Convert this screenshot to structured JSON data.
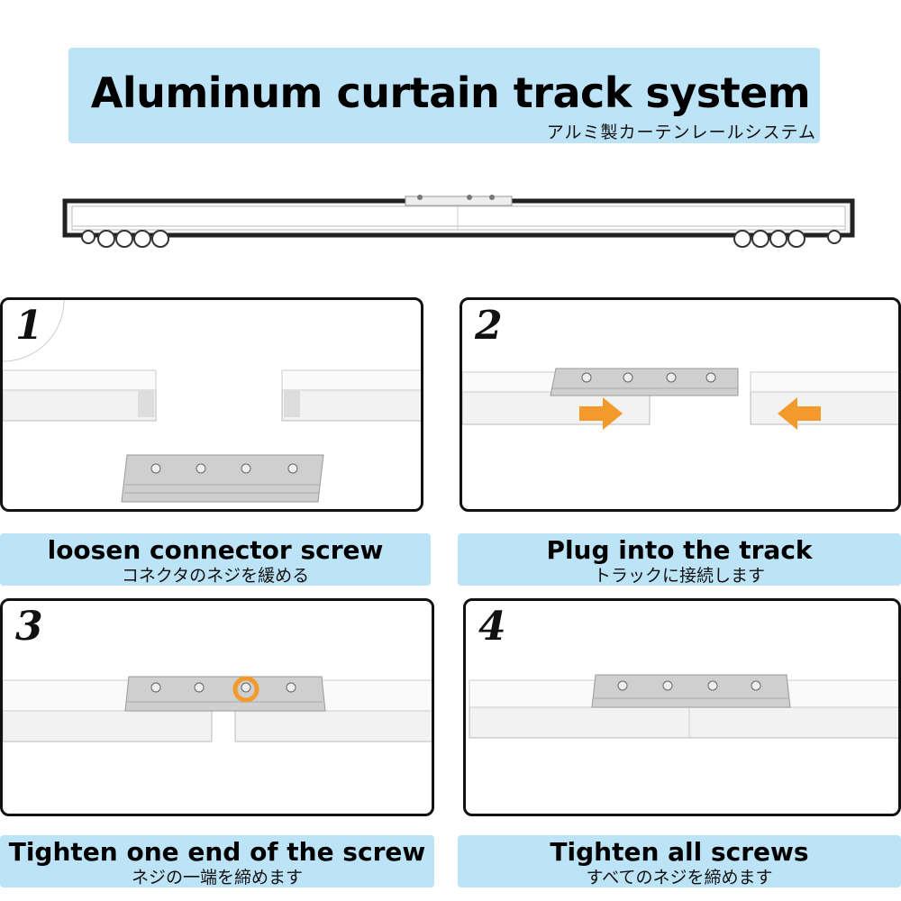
{
  "header": {
    "title": "Aluminum curtain track system",
    "subtitle_jp": "アルミ製カーテンレールシステム"
  },
  "steps": [
    {
      "number": "1",
      "caption_en": "loosen connector screw",
      "caption_jp": "コネクタのネジを緩める"
    },
    {
      "number": "2",
      "caption_en": "Plug into the track",
      "caption_jp": "トラックに接続します"
    },
    {
      "number": "3",
      "caption_en": "Tighten one end of the screw",
      "caption_jp": "ネジの一端を締めます"
    },
    {
      "number": "4",
      "caption_en": "Tighten all screws",
      "caption_jp": "すべてのネジを締めます"
    }
  ],
  "colors": {
    "caption_bg": "#bde3f7",
    "arrow": "#f39a2c",
    "rail": "#f4f4f4",
    "connector": "#c9c9c9"
  }
}
